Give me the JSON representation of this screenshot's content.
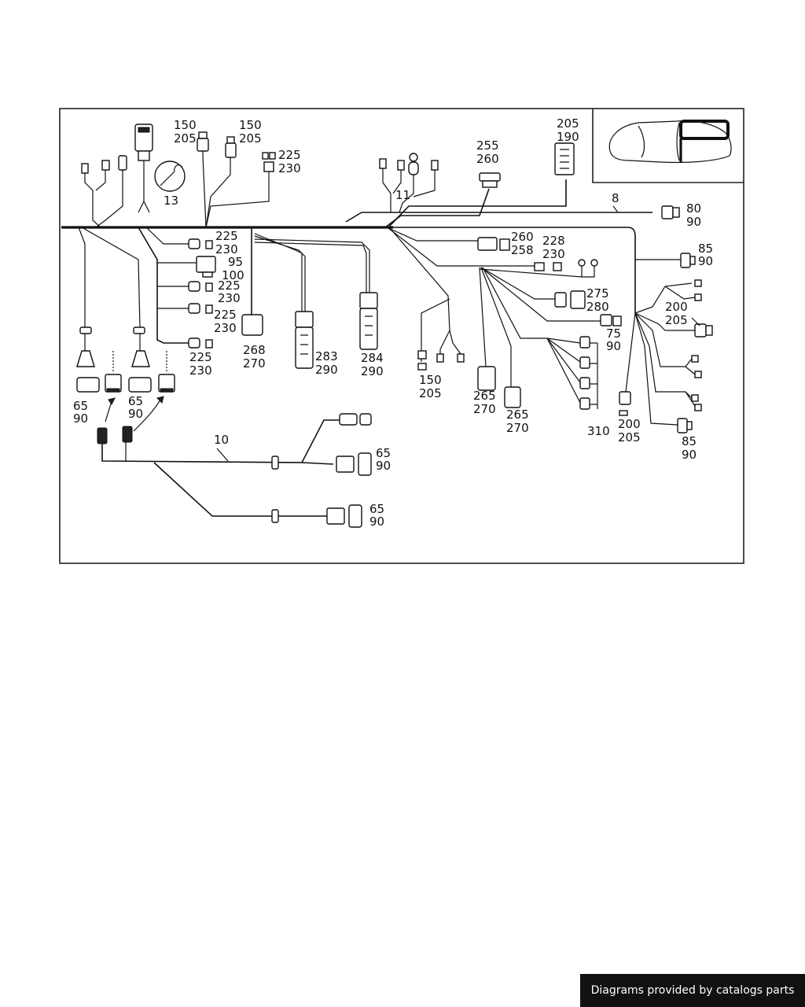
{
  "footer_text": "Diagrams provided by catalogs parts",
  "callouts": {
    "c1": [
      "150",
      "205"
    ],
    "c2": [
      "150",
      "205"
    ],
    "c3": [
      "225",
      "230"
    ],
    "c4": [
      "13"
    ],
    "c5": [
      "11"
    ],
    "c6": [
      "255",
      "260"
    ],
    "c7": [
      "205",
      "190"
    ],
    "c8": [
      "8"
    ],
    "c9": [
      "80",
      "90"
    ],
    "c10": [
      "85",
      "90"
    ],
    "c11": [
      "225",
      "230"
    ],
    "c12": [
      "95",
      "100"
    ],
    "c13": [
      "225",
      "230"
    ],
    "c14": [
      "225",
      "230"
    ],
    "c15": [
      "225",
      "230"
    ],
    "c16": [
      "268",
      "270"
    ],
    "c17": [
      "283",
      "290"
    ],
    "c18": [
      "284",
      "290"
    ],
    "c19": [
      "260",
      "258"
    ],
    "c20": [
      "228",
      "230"
    ],
    "c21": [
      "275",
      "280"
    ],
    "c22": [
      "75",
      "90"
    ],
    "c23": [
      "200",
      "205"
    ],
    "c24": [
      "150",
      "205"
    ],
    "c25": [
      "265",
      "270"
    ],
    "c26": [
      "265",
      "270"
    ],
    "c27": [
      "310"
    ],
    "c28": [
      "200",
      "205"
    ],
    "c29": [
      "85",
      "90"
    ],
    "c30": [
      "65",
      "90"
    ],
    "c31": [
      "65",
      "90"
    ],
    "c32": [
      "10"
    ],
    "c33": [
      "65",
      "90"
    ],
    "c34": [
      "65",
      "90"
    ]
  }
}
